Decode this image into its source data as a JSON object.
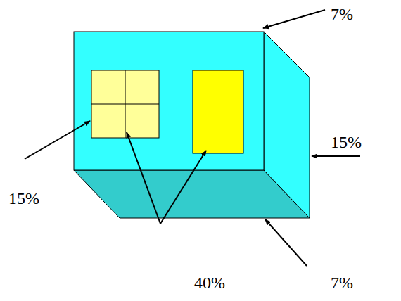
{
  "diagram": {
    "labels": [
      "7%",
      "15%",
      "15%",
      "40%",
      "7%"
    ]
  }
}
